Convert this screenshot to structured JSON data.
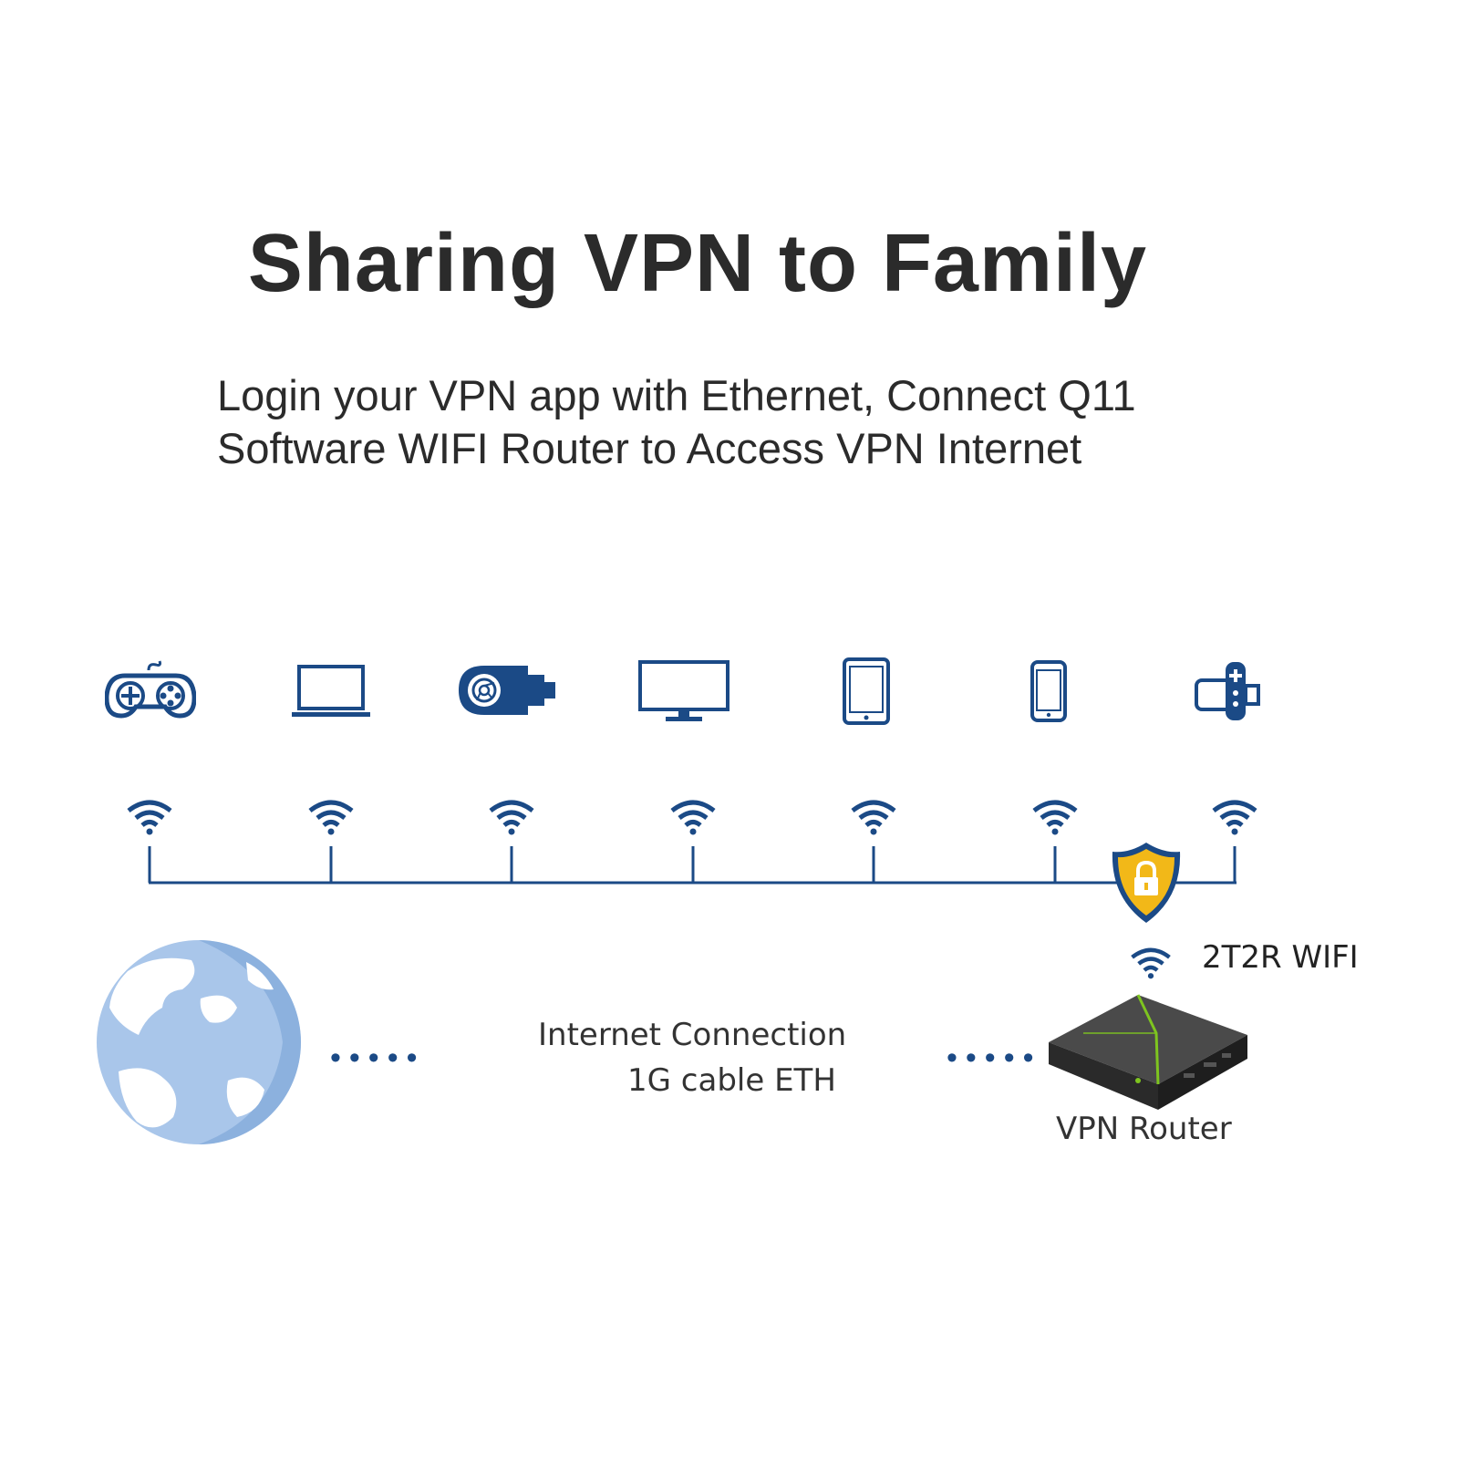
{
  "heading": {
    "title": "Sharing VPN to Family",
    "subtitle_line1": "Login your VPN app with Ethernet, Connect Q11",
    "subtitle_line2": "Software WIFI Router to Access VPN Internet"
  },
  "colors": {
    "device_blue": "#1b4a86",
    "globe_light": "#a9c6ea",
    "shield_gold": "#f2b818",
    "router_dark": "#3a3a3a",
    "router_accent": "#7ec51f"
  },
  "devices": [
    {
      "icon": "gamepad-icon"
    },
    {
      "icon": "laptop-icon"
    },
    {
      "icon": "chromecast-dongle-icon"
    },
    {
      "icon": "monitor-icon"
    },
    {
      "icon": "tablet-icon"
    },
    {
      "icon": "smartphone-icon"
    },
    {
      "icon": "tv-stick-remote-icon"
    }
  ],
  "diagram": {
    "router_wifi_label": "2T2R WIFI",
    "connection_label": "Internet Connection",
    "cable_label": "1G cable ETH",
    "router_label": "VPN Router"
  }
}
